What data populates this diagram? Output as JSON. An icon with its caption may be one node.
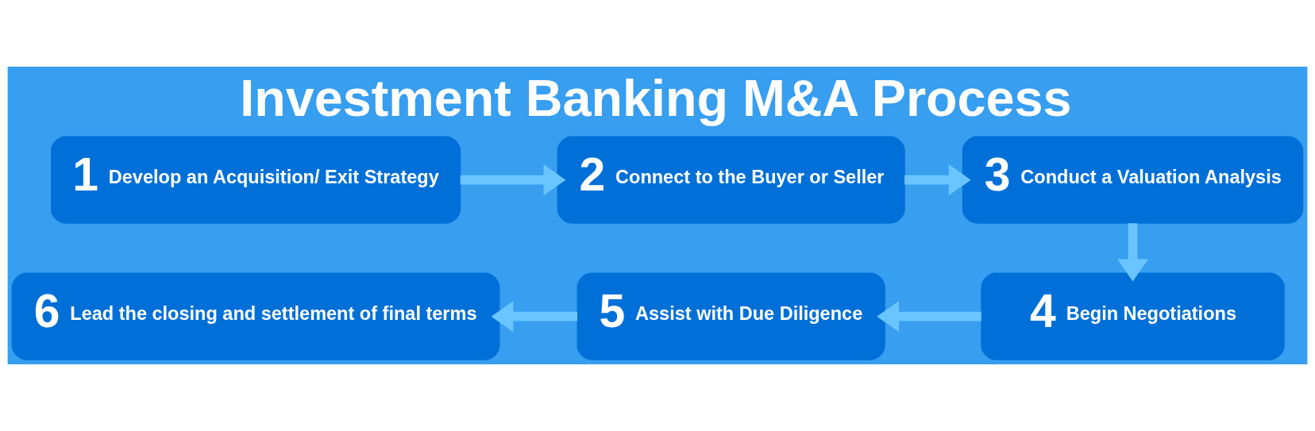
{
  "diagram": {
    "title": "Investment Banking M&A Process",
    "nodes": [
      {
        "text": [
          "1",
          "Develop an Acquisition/ Exit Strategy"
        ]
      },
      {
        "text": [
          "2",
          "Connect to the Buyer or Seller"
        ]
      },
      {
        "text": [
          "3",
          "Conduct a Valuation Analysis"
        ]
      },
      {
        "text": [
          "4",
          "Begin Negotiations"
        ]
      },
      {
        "text": [
          "5",
          "Assist with Due Diligence"
        ]
      },
      {
        "text": [
          "6",
          "Lead the closing and settlement of final terms"
        ]
      }
    ],
    "edges": [
      {
        "from": 0,
        "to": 1,
        "arrow": "to"
      },
      {
        "from": 1,
        "to": 2,
        "arrow": "to"
      },
      {
        "from": 2,
        "to": 3,
        "arrow": "to"
      },
      {
        "from": 3,
        "to": 4,
        "arrow": "to"
      },
      {
        "from": 4,
        "to": 5,
        "arrow": "to"
      }
    ]
  }
}
